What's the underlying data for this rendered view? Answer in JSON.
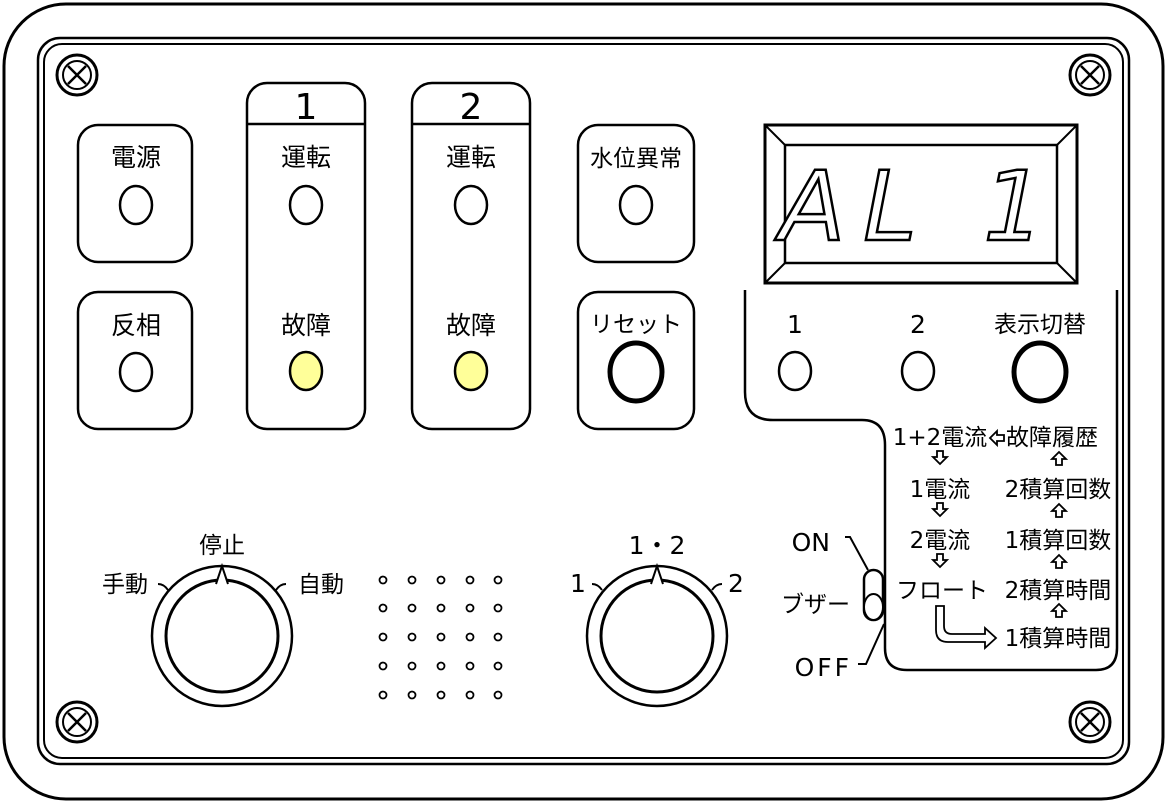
{
  "panel": {
    "power": {
      "label": "電源"
    },
    "reverse_phase": {
      "label": "反相"
    },
    "pump1": {
      "number": "1",
      "run_label": "運転",
      "fault_label": "故障",
      "fault_lit": true
    },
    "pump2": {
      "number": "2",
      "run_label": "運転",
      "fault_label": "故障",
      "fault_lit": true
    },
    "water_level_alarm": {
      "label": "水位異常"
    },
    "reset": {
      "label": "リセット"
    },
    "display": {
      "value": "AL 1"
    },
    "display_leds": [
      {
        "label": "1"
      },
      {
        "label": "2"
      }
    ],
    "display_switch": {
      "label": "表示切替"
    },
    "flow": {
      "left": [
        "1+2電流",
        "1電流",
        "2電流",
        "フロート"
      ],
      "right": [
        "故障履歴",
        "2積算回数",
        "1積算回数",
        "2積算時間",
        "1積算時間"
      ]
    },
    "mode_knob": {
      "left": "手動",
      "center": "停止",
      "right": "自動"
    },
    "pump_select_knob": {
      "left": "1",
      "center": "1・2",
      "right": "2"
    },
    "buzzer_switch": {
      "label": "ブザー",
      "on": "ON",
      "off": "OFF"
    }
  },
  "colors": {
    "led_fault": "#ffff99",
    "line": "#000000"
  }
}
